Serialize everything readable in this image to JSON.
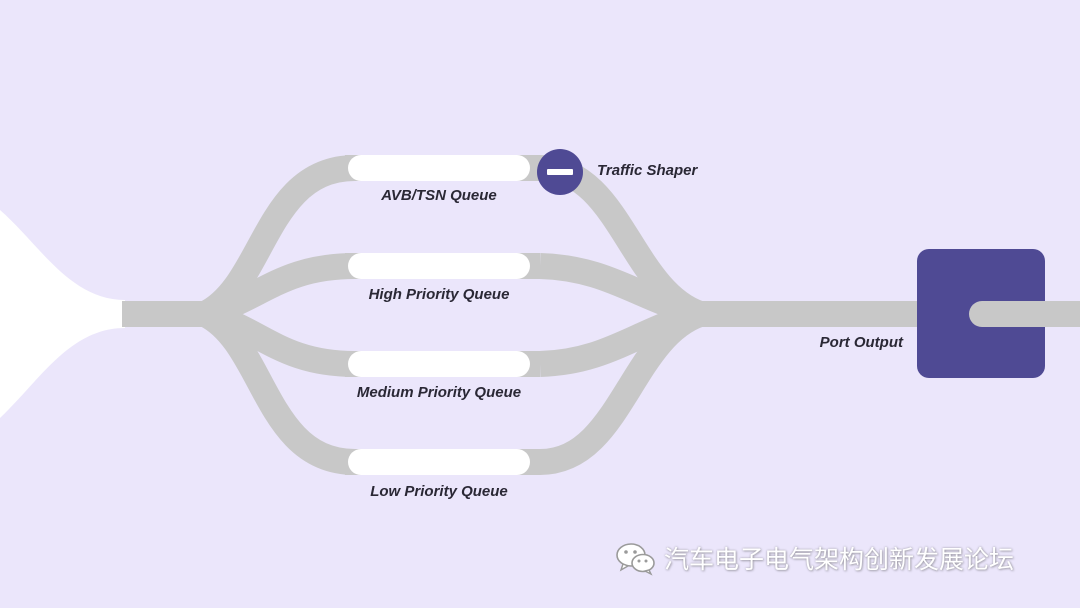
{
  "colors": {
    "background": "#ebe6fb",
    "pipe": "#c8c8c8",
    "queue_bar": "#ffffff",
    "accent": "#4f4a94",
    "label_text": "#2a2835"
  },
  "queues": [
    {
      "label": "AVB/TSN Queue",
      "has_shaper": true
    },
    {
      "label": "High Priority Queue",
      "has_shaper": false
    },
    {
      "label": "Medium Priority Queue",
      "has_shaper": false
    },
    {
      "label": "Low Priority Queue",
      "has_shaper": false
    }
  ],
  "shaper": {
    "label": "Traffic Shaper",
    "icon": "minus-circle-icon"
  },
  "output": {
    "label": "Port Output"
  },
  "watermark": {
    "icon": "wechat-icon",
    "text": "汽车电子电气架构创新发展论坛"
  }
}
